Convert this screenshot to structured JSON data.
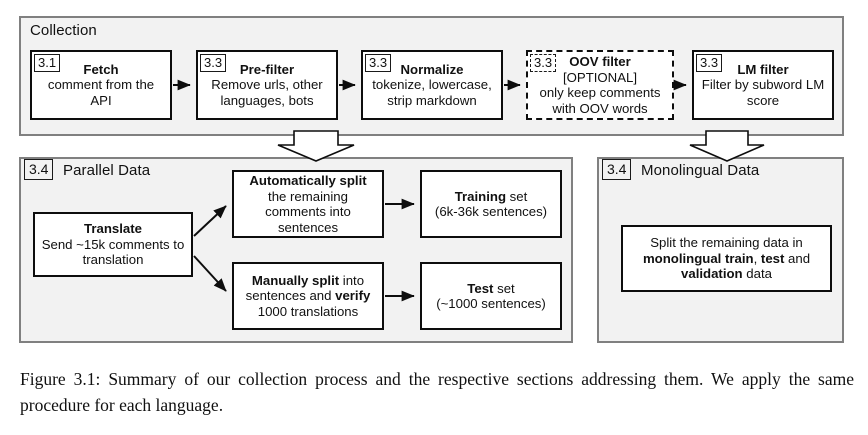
{
  "figure": {
    "caption": "Figure 3.1: Summary of our collection process and the respective sections addressing them.  We apply the same procedure for each language."
  },
  "sections": {
    "collection": {
      "title": "Collection",
      "nodes": [
        {
          "tag": "3.1",
          "title": "Fetch",
          "body": "comment from the API",
          "optional": false
        },
        {
          "tag": "3.3",
          "title": "Pre-filter",
          "body": "Remove urls, other languages, bots",
          "optional": false
        },
        {
          "tag": "3.3",
          "title": "Normalize",
          "body": "tokenize, lowercase, strip markdown",
          "optional": false
        },
        {
          "tag": "3.3",
          "title": "OOV filter",
          "subtitle": "[OPTIONAL]",
          "body": "only keep comments with OOV words",
          "optional": true
        },
        {
          "tag": "3.3",
          "title": "LM filter",
          "body": "Filter by subword LM score",
          "optional": false
        }
      ]
    },
    "parallel": {
      "tag": "3.4",
      "title": "Parallel Data",
      "nodes": {
        "translate": {
          "title": "Translate",
          "body": "Send ~15k comments to translation"
        },
        "auto_split": {
          "title": "Automatically split",
          "body": "the remaining comments into sentences"
        },
        "manual_split_line1_bold": "Manually split",
        "manual_split_line1_rest": " into",
        "manual_split_line2_pre": "sentences and ",
        "manual_split_line2_bold": "verify",
        "manual_split_line3": "1000 translations",
        "training": {
          "title": "Training",
          "title_rest": " set",
          "body": "(6k-36k sentences)"
        },
        "test": {
          "title": "Test",
          "title_rest": " set",
          "body": "(~1000 sentences)"
        }
      }
    },
    "monolingual": {
      "tag": "3.4",
      "title": "Monolingual Data",
      "node": {
        "line1": "Split the remaining data in",
        "line2_bold_a": "monolingual train",
        "line2_mid": ", ",
        "line2_bold_b": "test",
        "line2_rest": " and",
        "line3_bold": "validation",
        "line3_rest": " data"
      }
    }
  },
  "colors": {
    "panel_bg": "#f2f2f2",
    "panel_border": "#808080",
    "node_border": "#0d0d0d",
    "node_bg": "#ffffff",
    "text": "#111111"
  }
}
